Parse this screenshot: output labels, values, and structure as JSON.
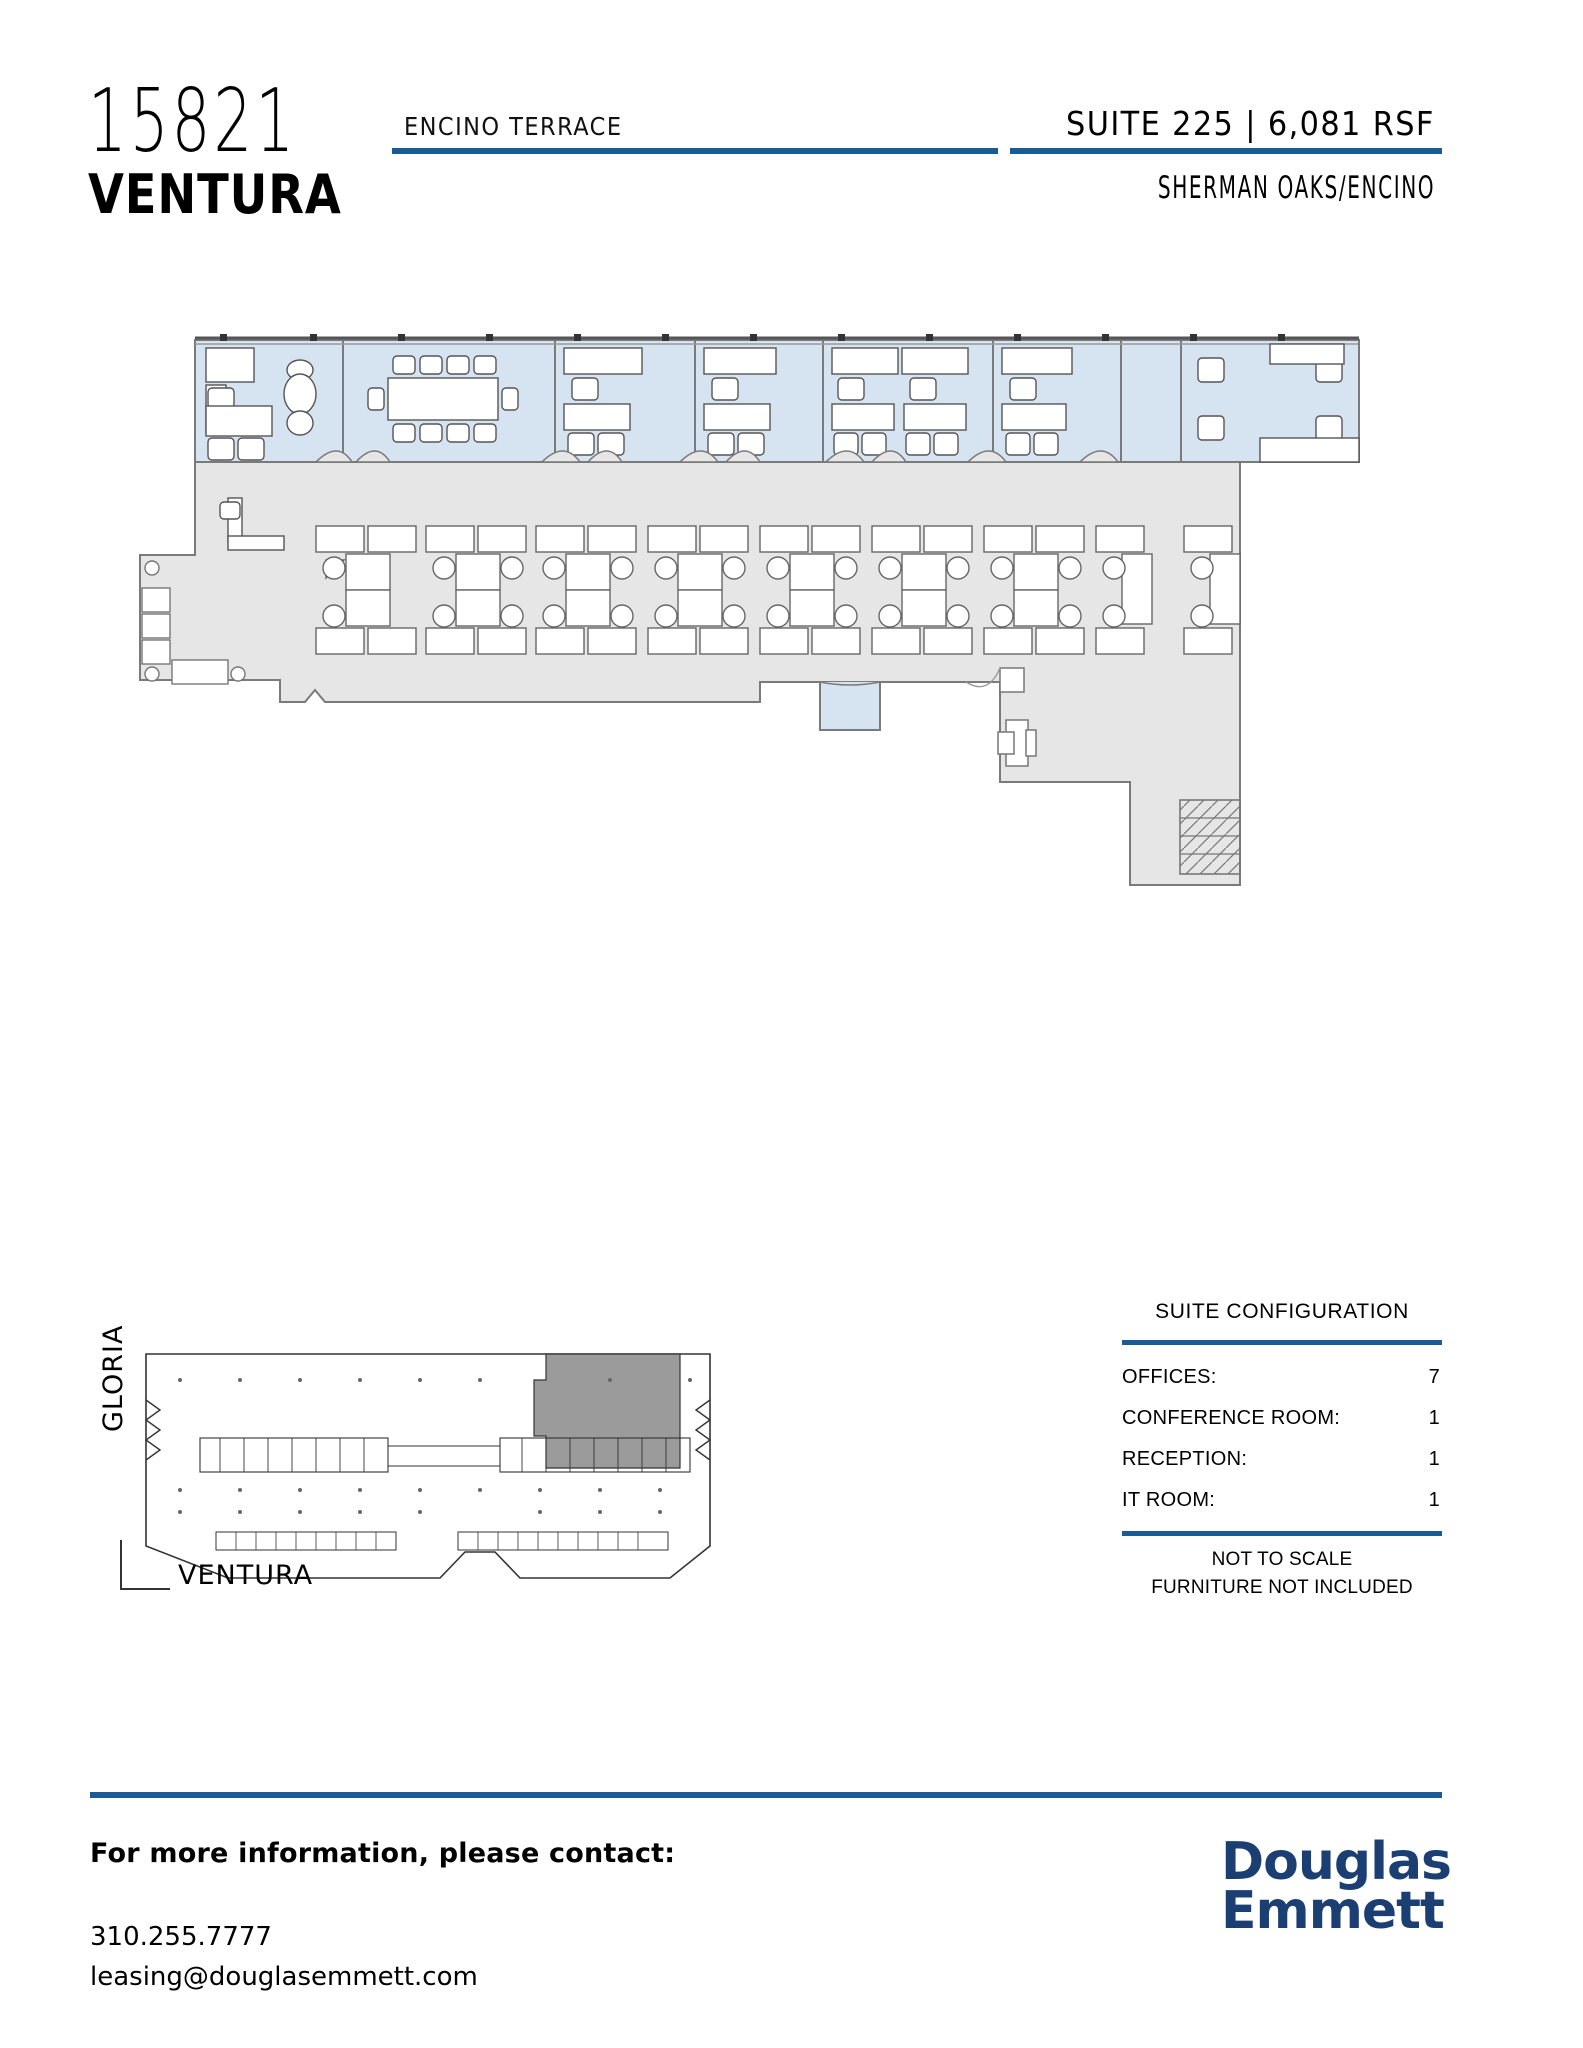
{
  "header": {
    "building_number": "15821",
    "building_street": "VENTURA",
    "property_name": "ENCINO TERRACE",
    "suite_line": "SUITE 225  |  6,081 RSF",
    "suite_label": "SUITE 225",
    "rsf_label": "6,081 RSF",
    "region": "SHERMAN OAKS/ENCINO",
    "accent_color": "#1a5b96"
  },
  "floor_plan": {
    "office_fill": "#d6e3f0",
    "common_fill": "#e6e6e6",
    "wall_color": "#7a7a7a",
    "furniture_color": "#555555",
    "private_offices_count": 7,
    "workstation_clusters": 9
  },
  "key_plan": {
    "streets": {
      "vertical": "GLORIA",
      "horizontal": "VENTURA"
    },
    "highlight_fill": "#9b9b9b",
    "outline_color": "#333333"
  },
  "suite_configuration": {
    "title": "SUITE CONFIGURATION",
    "rows": [
      {
        "label": "OFFICES:",
        "value": "7"
      },
      {
        "label": "CONFERENCE ROOM:",
        "value": "1"
      },
      {
        "label": "RECEPTION:",
        "value": "1"
      },
      {
        "label": "IT ROOM:",
        "value": "1"
      }
    ],
    "notes": [
      "NOT TO SCALE",
      "FURNITURE NOT INCLUDED"
    ]
  },
  "footer": {
    "contact_heading": "For more information, please contact:",
    "phone": "310.255.7777",
    "email": "leasing@douglasemmett.com",
    "logo_line1": "Douglas",
    "logo_line2": "Emmett",
    "logo_color": "#1b3f73"
  }
}
